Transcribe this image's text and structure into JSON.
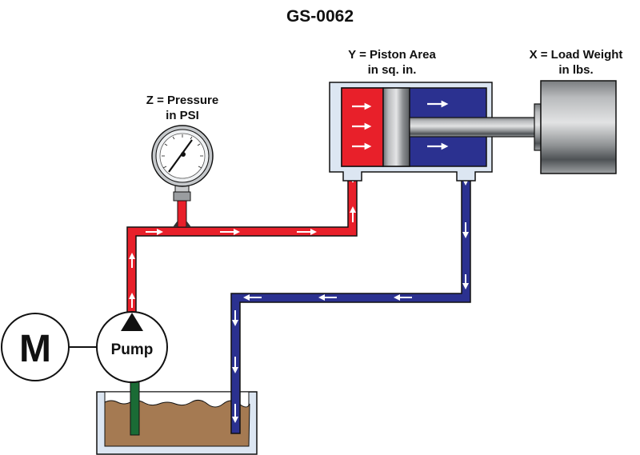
{
  "title": "GS-0062",
  "labels": {
    "pressure_line1": "Z = Pressure",
    "pressure_line2": "in PSI",
    "area_line1": "Y = Piston Area",
    "area_line2": "in sq. in.",
    "load_line1": "X = Load Weight",
    "load_line2": "in lbs.",
    "motor": "M",
    "pump": "Pump"
  },
  "colors": {
    "pressure_line": "#e8202a",
    "return_line": "#2b3190",
    "pump_suction": "#1a6b35",
    "fluid": "#a57a52",
    "housing": "#dce6f2",
    "outline": "#111111"
  },
  "flow": {
    "pressure_direction": "pump-to-cylinder",
    "return_direction": "cylinder-to-tank"
  }
}
